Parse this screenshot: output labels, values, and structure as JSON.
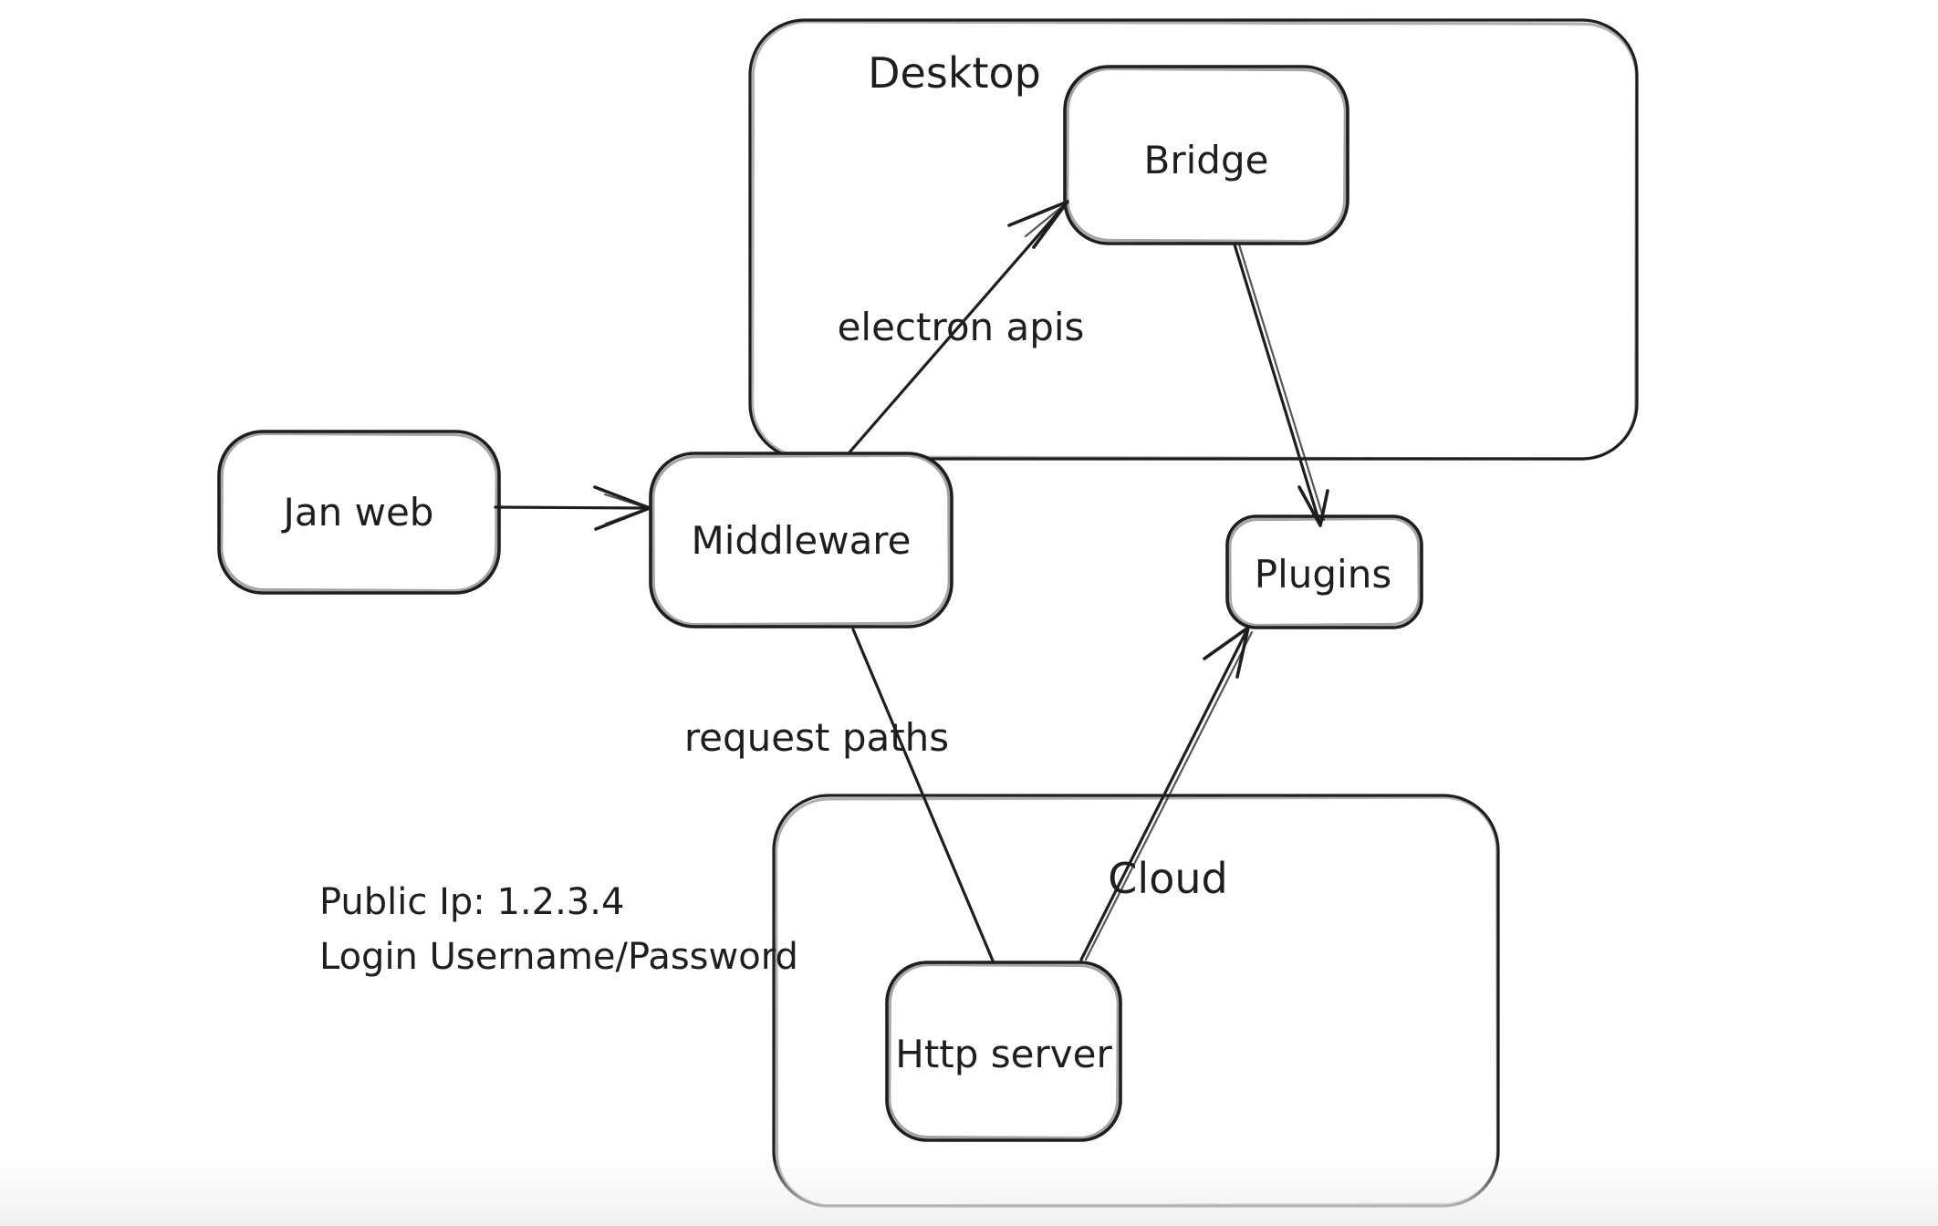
{
  "colors": {
    "ink": "#1e1e1e",
    "canvas": "#ffffff",
    "bottom_fade": "#f1f1f3"
  },
  "diagram": {
    "containers": [
      {
        "id": "desktop",
        "label": "Desktop"
      },
      {
        "id": "cloud",
        "label": "Cloud"
      }
    ],
    "nodes": [
      {
        "id": "jan-web",
        "label": "Jan web"
      },
      {
        "id": "middleware",
        "label": "Middleware"
      },
      {
        "id": "bridge",
        "label": "Bridge"
      },
      {
        "id": "plugins",
        "label": "Plugins"
      },
      {
        "id": "http-server",
        "label": "Http server"
      }
    ],
    "edges": [
      {
        "id": "jan-web-to-middleware",
        "from": "Jan web",
        "to": "Middleware",
        "label": ""
      },
      {
        "id": "middleware-to-bridge",
        "from": "Middleware",
        "to": "Bridge",
        "label": "electron apis"
      },
      {
        "id": "bridge-to-plugins",
        "from": "Bridge",
        "to": "Plugins",
        "label": ""
      },
      {
        "id": "middleware-to-http-server",
        "from": "Middleware",
        "to": "Http server",
        "label": "request paths"
      },
      {
        "id": "http-server-to-plugins",
        "from": "Http server",
        "to": "Plugins",
        "label": ""
      }
    ],
    "annotations": [
      {
        "id": "public-ip",
        "text": "Public Ip: 1.2.3.4"
      },
      {
        "id": "login",
        "text": "Login Username/Password"
      }
    ]
  }
}
